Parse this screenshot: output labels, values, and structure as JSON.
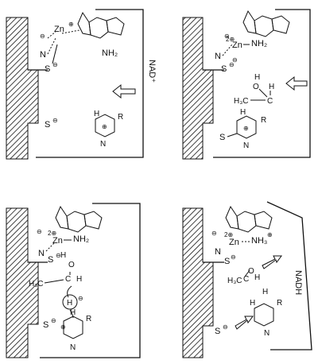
{
  "panels": [
    {
      "id": "p1",
      "labels": {
        "n_atom": "N",
        "zn": "Zn",
        "zn_charge": "⊕",
        "ring_minus": "⊖",
        "nh2": "NH₂",
        "s_top": "S",
        "s_top_charge": "⊖",
        "s_bottom": "S",
        "s_bottom_charge": "⊖",
        "pyridinium_h": "H",
        "pyridinium_r": "R",
        "pyridinium_n": "N",
        "pyridinium_charge": "⊕",
        "cofactor": "NAD⁺"
      }
    },
    {
      "id": "p2",
      "labels": {
        "n_atom": "N",
        "zn": "Zn",
        "zn_charge": "2⊕",
        "ring_minus_top": "⊖",
        "ring_minus_bottom": "⊖",
        "nh2": "NH₂",
        "s_top": "S",
        "s_top_charge": "⊖",
        "s_bottom": "S",
        "pyridinium_h": "H",
        "pyridinium_r": "R",
        "pyridinium_n": "N",
        "pyridinium_charge": "⊕",
        "alc_o": "O",
        "alc_h_top": "H",
        "alc_h_ch": "H",
        "alc_c": "C",
        "alc_h3c": "H₃C"
      }
    },
    {
      "id": "p3",
      "labels": {
        "n_atom": "N",
        "zn": "Zn",
        "zn_charge": "2⊕",
        "ring_minus": "⊖",
        "nh2": "NH₂",
        "s_top": "S",
        "s_top_charge": "⊖",
        "s_bottom": "S",
        "s_bottom_charge": "⊖",
        "pyridinium_h": "H",
        "pyridinium_r": "R",
        "pyridinium_n": "N",
        "pyridinium_charge": "⊕",
        "alc_o": "O",
        "alc_h_top": "H",
        "alc_h_ch": "H",
        "alc_c": "C",
        "alc_h3c": "H₃C",
        "hydride": "H",
        "hydride_charge": "⊖"
      }
    },
    {
      "id": "p4",
      "labels": {
        "n_atom": "N",
        "zn": "Zn",
        "zn_charge": "2⊕",
        "ring_minus": "⊖",
        "nh3": "NH₃",
        "nh3_charge": "⊕",
        "s_top": "S",
        "s_top_charge": "⊖",
        "s_bottom": "S",
        "s_bottom_charge": "⊖",
        "nadh_h1": "H",
        "nadh_h2": "H",
        "nadh_r": "R",
        "nadh_n": "N",
        "ald_o": "O",
        "ald_c": "C",
        "ald_h": "H",
        "ald_h3c": "H₃C",
        "cofactor": "NADH"
      }
    }
  ]
}
